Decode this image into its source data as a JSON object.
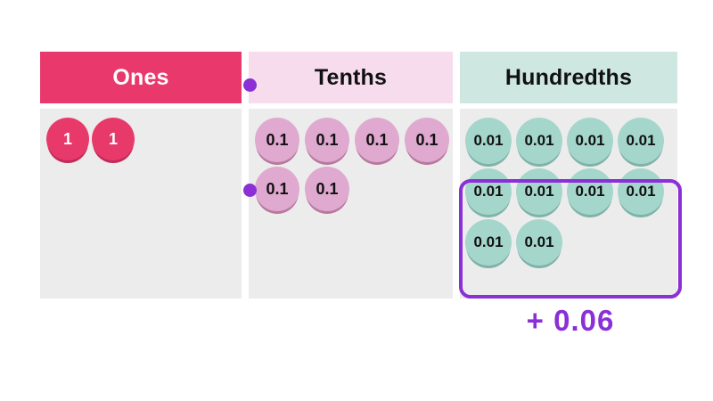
{
  "columns": [
    {
      "name": "ones",
      "header": "Ones",
      "header_bg": "#e8386c",
      "header_fg": "#ffffff",
      "chip_color": "#e8396b",
      "rows": [
        {
          "chips": [
            "1",
            "1"
          ]
        }
      ]
    },
    {
      "name": "tenths",
      "header": "Tenths",
      "header_bg": "#f6dced",
      "header_fg": "#111111",
      "chip_color": "#e0a9d0",
      "rows": [
        {
          "chips": [
            "0.1",
            "0.1",
            "0.1",
            "0.1"
          ]
        },
        {
          "chips": [
            "0.1",
            "0.1"
          ]
        }
      ]
    },
    {
      "name": "hundredths",
      "header": "Hundredths",
      "header_bg": "#cee7e1",
      "header_fg": "#111111",
      "chip_color": "#a5d6cc",
      "rows": [
        {
          "chips": [
            "0.01",
            "0.01",
            "0.01",
            "0.01"
          ]
        },
        {
          "chips": [
            "0.01",
            "0.01",
            "0.01",
            "0.01"
          ]
        },
        {
          "chips": [
            "0.01",
            "0.01"
          ]
        }
      ]
    }
  ],
  "decimal_point_markers": 2,
  "highlight": {
    "color": "#8b2fd6",
    "caption": "+ 0.06"
  },
  "background": "#ffffff",
  "panel_bg": "#ececec"
}
